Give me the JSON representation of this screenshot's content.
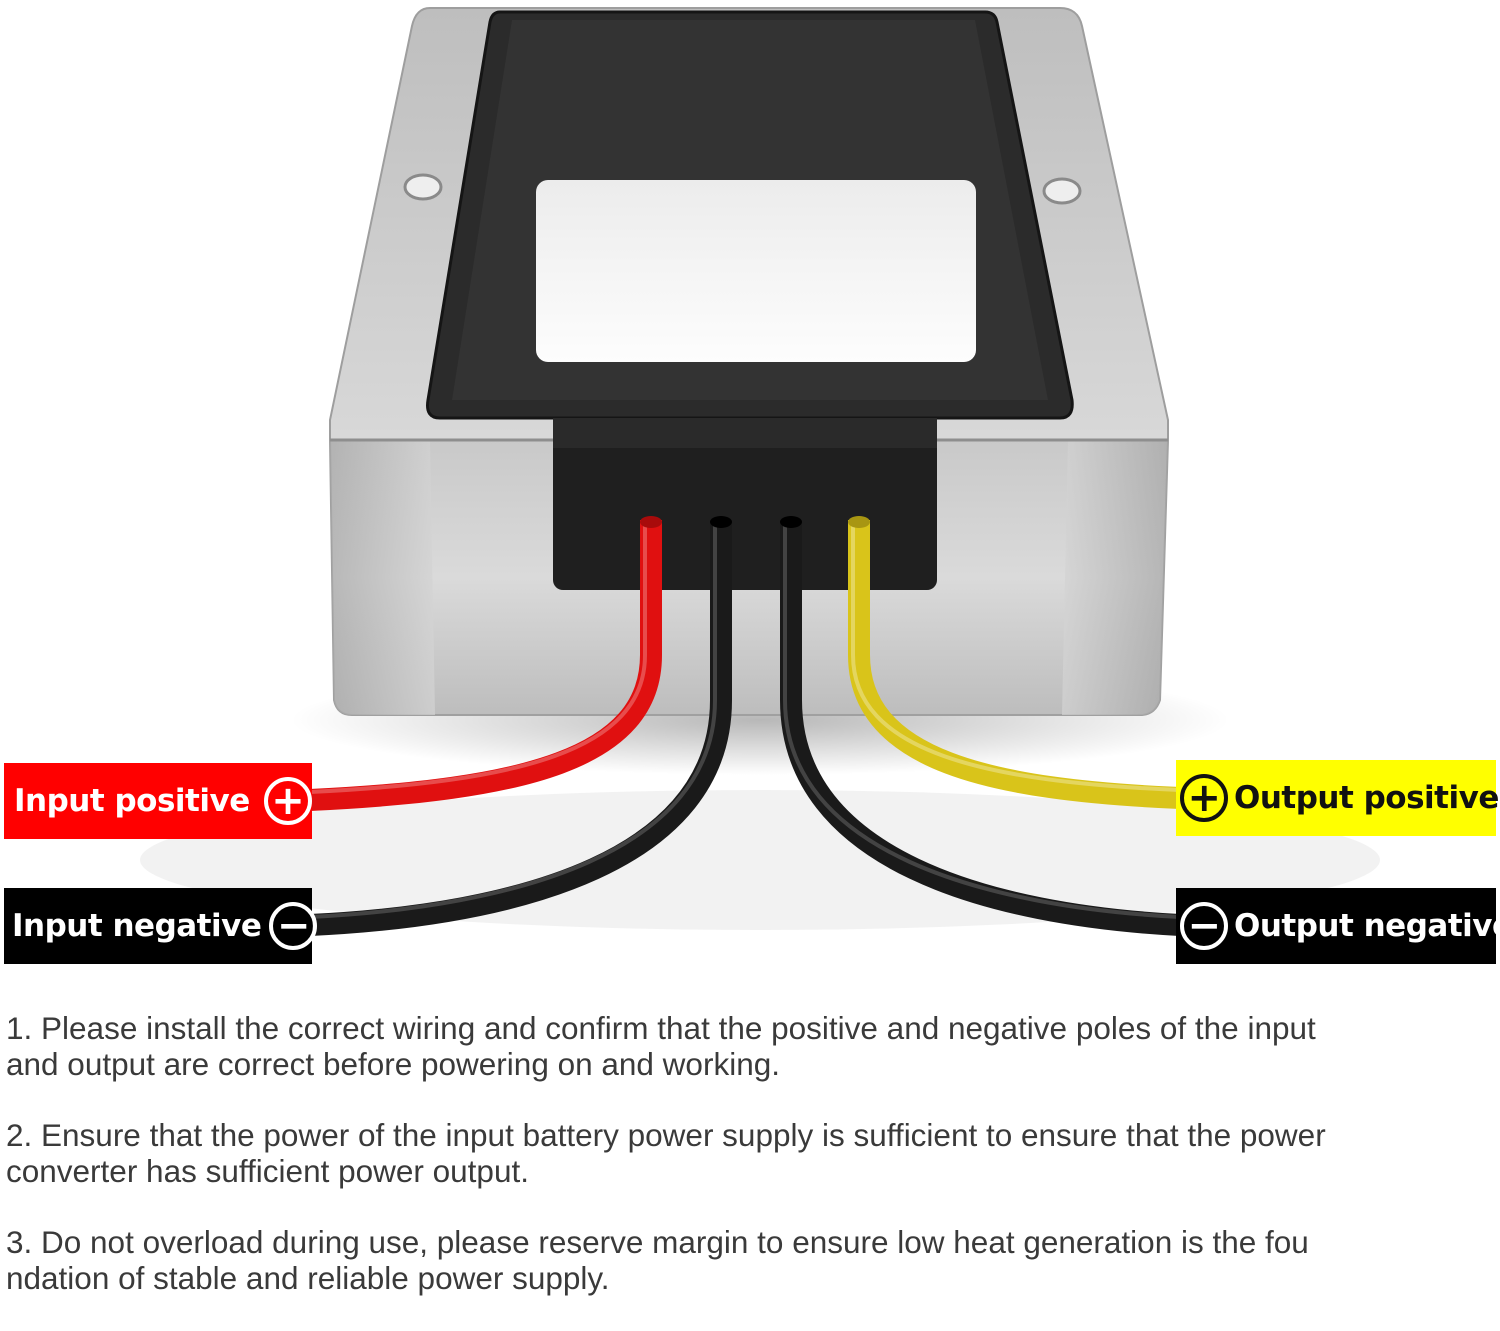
{
  "labels": {
    "input_positive": "Input positive",
    "input_negative": "Input negative",
    "output_positive": "Output positive",
    "output_negative": "Output negative",
    "plus_sign": "+",
    "minus_sign": "−"
  },
  "wire_colors": {
    "input_positive": "#e01010",
    "input_negative": "#1a1a1a",
    "output_positive": "#d9c41a",
    "output_negative": "#1a1a1a"
  },
  "notes": [
    "1. Please install the correct wiring and confirm that the positive and negative poles of the input\nand output are correct before powering on and working.",
    "2. Ensure that the power of the input battery power supply is sufficient to ensure that the power\n converter has sufficient power output.",
    "3. Do not overload during use, please reserve margin to ensure low heat generation is the fou\nndation of stable and reliable power supply."
  ]
}
